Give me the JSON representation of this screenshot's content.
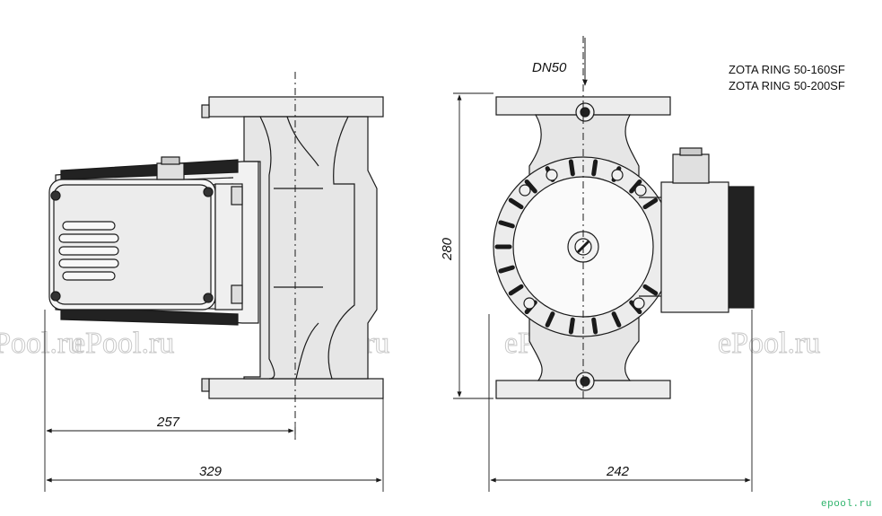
{
  "models": [
    "ZOTA RING 50-160SF",
    "ZOTA RING 50-200SF"
  ],
  "dimensions": {
    "dn": "DN50",
    "height": "280",
    "depth_to_axis": "257",
    "overall_length": "329",
    "width": "242"
  },
  "watermark": "ePool.ru",
  "brand_mark": "epool.ru",
  "colors": {
    "line": "#1a1a1a",
    "body_fill": "#e6e6e6",
    "dark_fill": "#222222",
    "watermark": "#c9c9c9",
    "brand": "#2db36b"
  }
}
